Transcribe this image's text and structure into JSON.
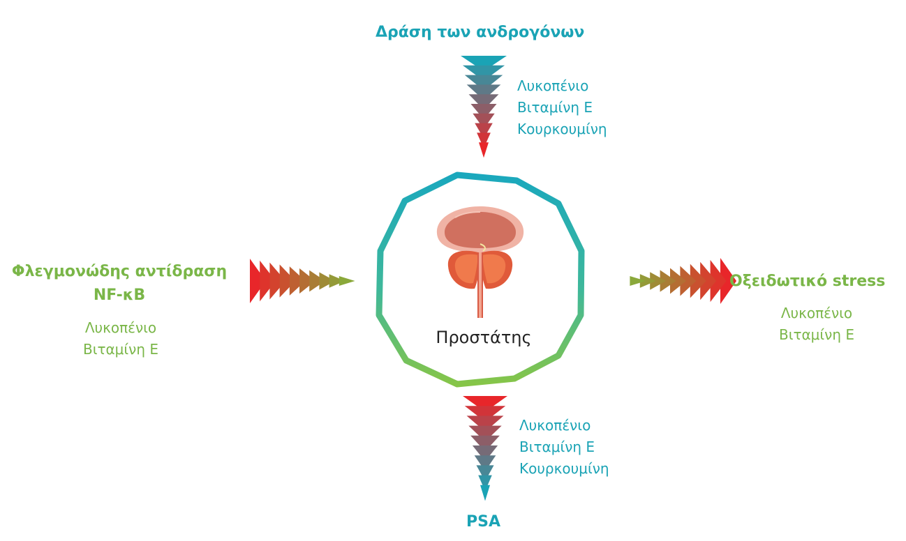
{
  "center": {
    "label": "Προστάτης",
    "icon": "prostate-icon"
  },
  "top": {
    "title": "Δράση των ανδρογόνων",
    "items": [
      "Λυκοπένιο",
      "Βιταμίνη Ε",
      "Κουρκουμίνη"
    ]
  },
  "bottom": {
    "title": "PSA",
    "items": [
      "Λυκοπένιο",
      "Βιταμίνη Ε",
      "Κουρκουμίνη"
    ]
  },
  "left": {
    "title_line1": "Φλεγμονώδης αντίδραση",
    "title_line2": "NF-κB",
    "items": [
      "Λυκοπένιο",
      "Βιταμίνη Ε"
    ]
  },
  "right": {
    "title": "Οξειδωτικό stress",
    "items": [
      "Λυκοπένιο",
      "Βιταμίνη Ε"
    ]
  },
  "colors": {
    "teal": "#1aa3b5",
    "green": "#7ab648",
    "red": "#e8262a",
    "olive": "#8aa83a"
  }
}
